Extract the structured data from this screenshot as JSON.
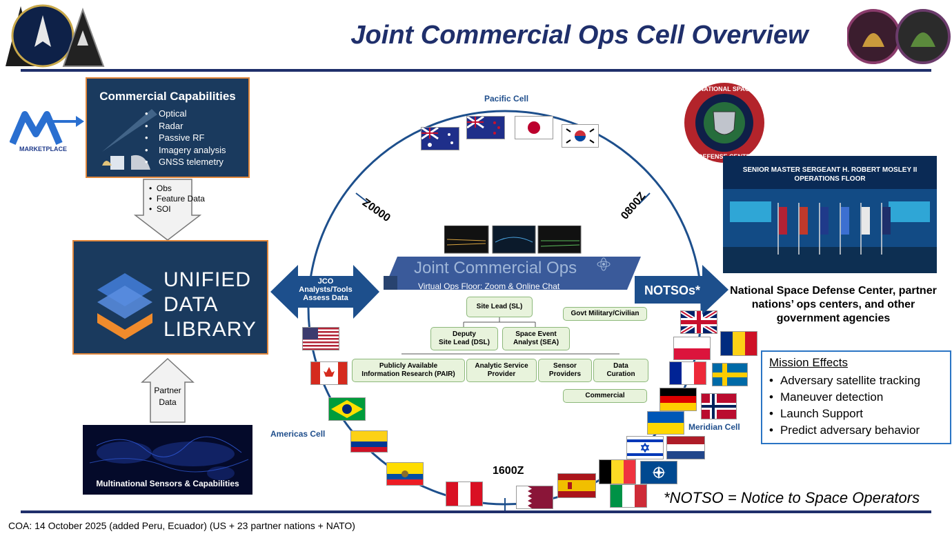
{
  "title": "Joint Commercial Ops Cell Overview",
  "logos": {
    "left": [
      "space-force-seal",
      "space-delta-patch",
      "combat-patch"
    ],
    "right": [
      "ico-global-patch",
      "dragon-army-patch"
    ]
  },
  "commercial": {
    "title": "Commercial Capabilities",
    "items": [
      "Optical",
      "Radar",
      "Passive RF",
      "Imagery analysis",
      "GNSS telemetry"
    ],
    "marketplace_label": "MARKETPLACE"
  },
  "down_arrow_items": [
    "Obs",
    "Feature Data",
    "SOI"
  ],
  "udl": {
    "line1": "UNIFIED",
    "line2": "DATA",
    "line3": "LIBRARY"
  },
  "partner_data": "Partner\nData",
  "sensors_label": "Multinational Sensors & Capabilities",
  "jco_arrow": "JCO\nAnalysts/Tools\nAssess Data",
  "notsos_arrow": "NOTSOs*",
  "ring": {
    "pacific": "Pacific Cell",
    "americas": "Americas Cell",
    "meridian": "Meridian Cell",
    "t0000": "0000Z",
    "t0800": "0800Z",
    "t1600": "1600Z"
  },
  "jco": {
    "title": "Joint Commercial Ops",
    "subtitle": "Virtual Ops Floor: Zoom & Online Chat"
  },
  "org": {
    "site_lead": "Site Lead (SL)",
    "deputy": "Deputy\nSite Lead (DSL)",
    "sea": "Space Event\nAnalyst (SEA)",
    "pair": "Publicly Available\nInformation Research (PAIR)",
    "asp": "Analytic Service\nProvider",
    "sensor": "Sensor\nProviders",
    "curation": "Data\nCuration",
    "govt": "Govt Military/Civilian",
    "commercial": "Commercial"
  },
  "nsdc": {
    "seal_top": "NATIONAL SPACE",
    "seal_bottom": "DEFENSE CENTER",
    "banner": "SENIOR MASTER SERGEANT H. ROBERT MOSLEY II OPERATIONS FLOOR",
    "caption": "National Space Defense Center, partner nations’ ops centers, and other government agencies"
  },
  "mission": {
    "title": "Mission Effects",
    "items": [
      "Adversary satellite tracking",
      "Maneuver detection",
      "Launch Support",
      "Predict adversary behavior"
    ]
  },
  "notso_note": "*NOTSO = Notice to Space Operators",
  "footer": "COA: 14 October 2025 (added Peru, Ecuador) (US + 23 partner nations + NATO)",
  "colors": {
    "navy": "#1f2f6b",
    "udl_bg": "#1a3a5e",
    "accent_orange": "#e0863a",
    "arrow_blue": "#1d4f8c"
  }
}
